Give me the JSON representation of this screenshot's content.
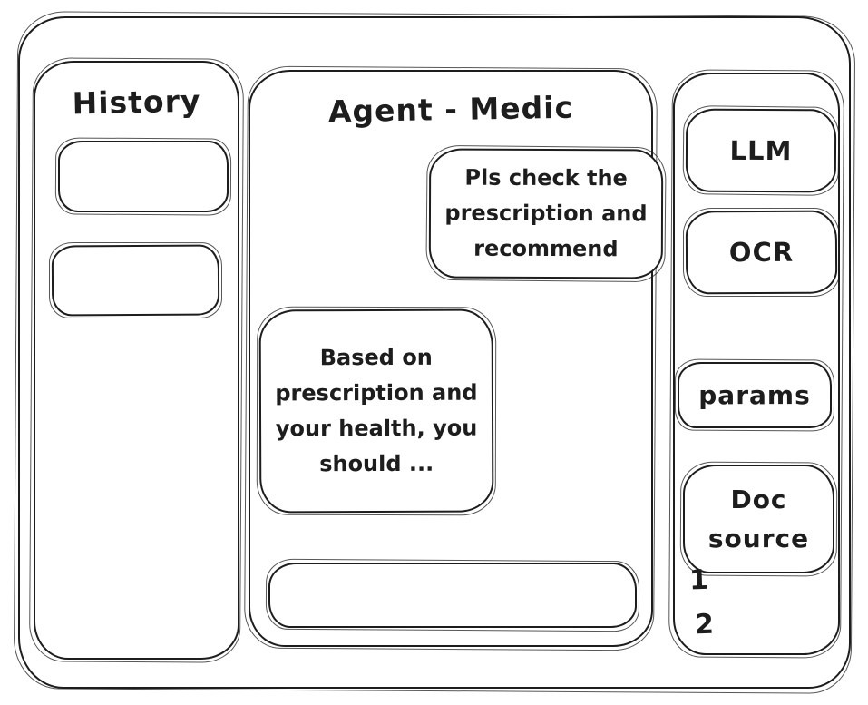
{
  "colors": {
    "ink": "#1d1d1d",
    "background": "#ffffff"
  },
  "history_panel": {
    "title": "History"
  },
  "chat_panel": {
    "title": "Agent - Medic",
    "user_message": "Pls check the prescription and recommend",
    "assistant_message": "Based on prescription and your health, you should ...",
    "input_value": "",
    "input_placeholder": ""
  },
  "tools_panel": {
    "buttons": [
      {
        "label": "LLM"
      },
      {
        "label": "OCR"
      },
      {
        "label": "params"
      },
      {
        "label": "Doc source"
      }
    ],
    "doc_list": [
      "1",
      "2"
    ]
  }
}
